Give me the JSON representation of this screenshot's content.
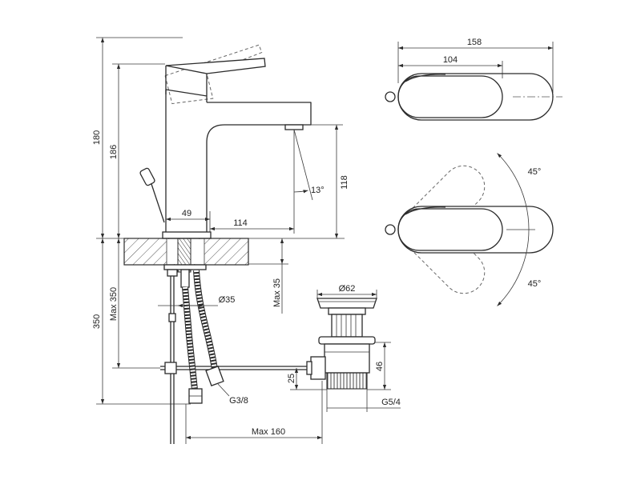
{
  "side_view": {
    "height_raised_lever": "180",
    "height_lever": "186",
    "spout_clearance": "118",
    "aerator_angle": "13°",
    "base_width": "49",
    "spout_reach": "114",
    "max_install_depth": "Max 350",
    "install_depth": "350",
    "counter_thickness": "Max 35",
    "hole_diameter": "Ø35",
    "hose_thread": "G3/8",
    "max_linkage_length": "Max 160"
  },
  "waste": {
    "cap_diameter": "Ø62",
    "body_height": "46",
    "outlet_height": "25",
    "thread": "G5/4"
  },
  "top_view": {
    "overall_length": "158",
    "lever_length": "104",
    "rotation_up": "45°",
    "rotation_down": "45°"
  }
}
